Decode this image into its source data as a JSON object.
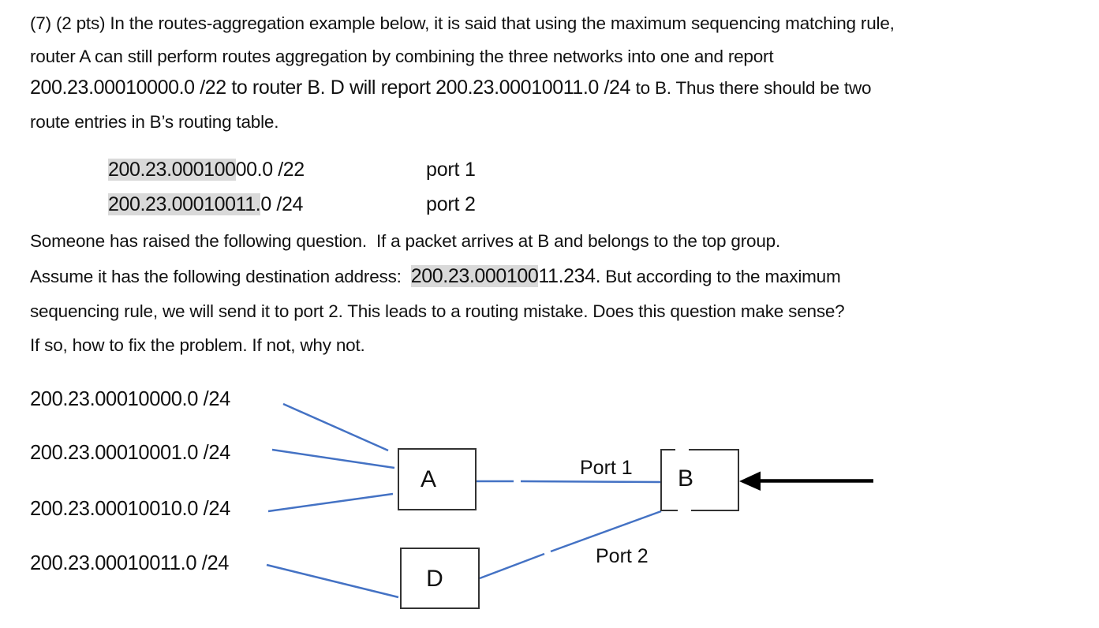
{
  "paragraph1": {
    "line1": "(7) (2 pts) In the routes-aggregation example below, it is said that using the maximum sequencing matching rule,",
    "line2": "router A can still perform routes aggregation by combining the three networks into one and report",
    "line3_addr_part": "200.23.00010000.0 /22 to router B. D will report 200.23.00010011.0 /24 ",
    "line3_small_part": "to B. Thus there should be two",
    "line4": "route entries in B’s routing table."
  },
  "routing_table": {
    "rows": [
      {
        "prefix_highlighted": "200.23.000100",
        "prefix_rest": "00.0 /22",
        "port": "port 1"
      },
      {
        "prefix_highlighted": "200.23.00010011.",
        "prefix_rest": "0 /24",
        "port": "port 2"
      }
    ]
  },
  "paragraph2": {
    "line1": "Someone has raised the following question.  If a packet arrives at B and belongs to the top group.",
    "line2_before": "Assume it has the following destination address:  ",
    "line2_addr_highlighted": "200.23.000100",
    "line2_addr_rest": "11.234.",
    "line2_after": " But according to the maximum",
    "line3": "sequencing rule, we will send it to port 2. This leads to a routing mistake. Does this question make sense?",
    "line4": "If so, how to fix the problem. If not, why not."
  },
  "diagram": {
    "networks": [
      "200.23.00010000.0 /24",
      "200.23.00010001.0 /24",
      "200.23.00010010.0 /24",
      "200.23.00010011.0 /24"
    ],
    "router_a": "A",
    "router_b": "B",
    "router_d": "D",
    "port1_label": "Port 1",
    "port2_label": "Port 2"
  },
  "colors": {
    "link_line": "#4472C4",
    "box_border": "#333333",
    "highlight": "#d9d9d9",
    "arrow": "#000000"
  }
}
